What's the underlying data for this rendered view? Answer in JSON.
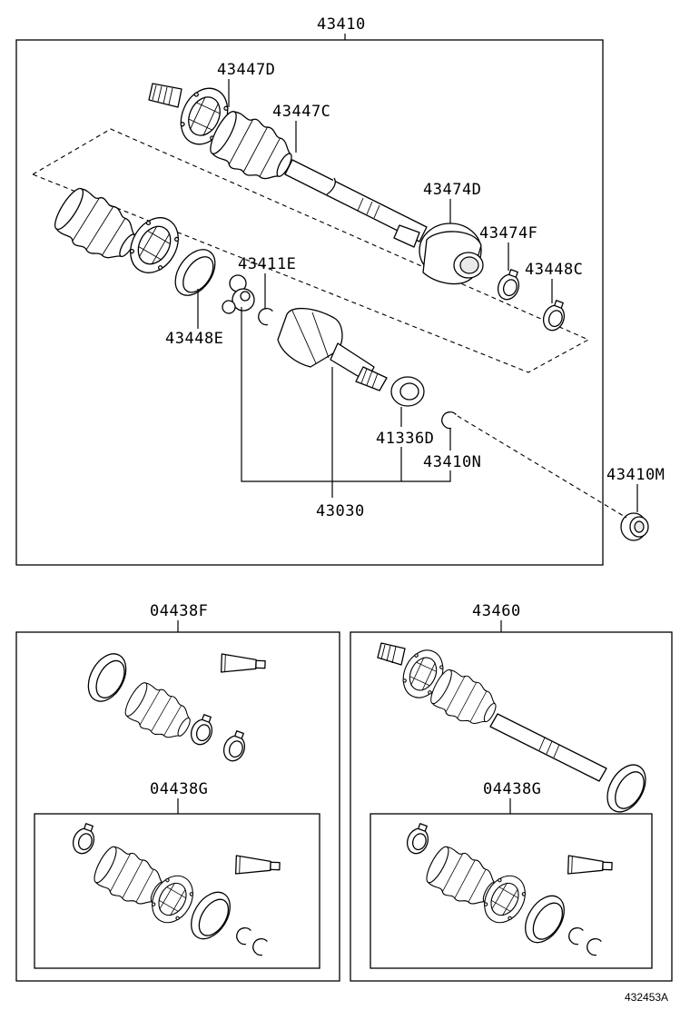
{
  "diagram": {
    "top_assembly": {
      "part_number": "43410",
      "callouts": [
        "43447D",
        "43447C",
        "43474D",
        "43474F",
        "43448C",
        "43411E",
        "43448E",
        "41336D",
        "43410N",
        "43030"
      ]
    },
    "external_part": "43410M",
    "kit_left": {
      "part_number": "04438F",
      "sub_kit": "04438G"
    },
    "kit_right": {
      "part_number": "43460",
      "sub_kit": "04438G"
    },
    "figure_number": "432453A"
  }
}
